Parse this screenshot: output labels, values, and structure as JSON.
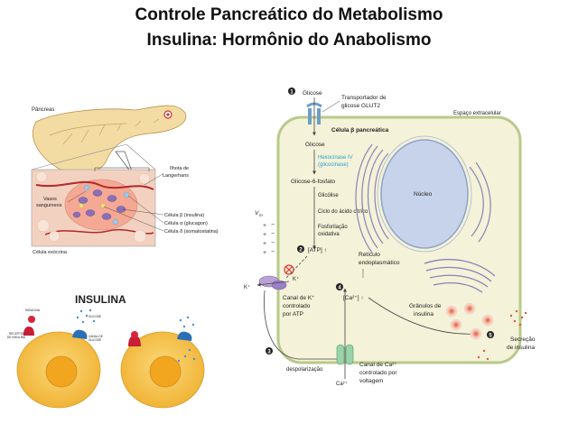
{
  "header": {
    "title_line1": "Controle Pancreático do Metabolismo",
    "title_line2": "Insulina: Hormônio do Anabolismo"
  },
  "pancreas_panel": {
    "pancreas": "Pâncreas",
    "islet": "Ilhota de",
    "islet2": "Langerhans",
    "vessels": "Vasos",
    "vessels2": "sanguíneos",
    "beta": "Célula β (insulina)",
    "alpha": "Célula α (glucagon)",
    "delta": "Célula δ (somatostatina)",
    "exocrine": "Célula exócrina"
  },
  "insulin_panel": {
    "title": "INSULINA",
    "insulin": "INSULINA",
    "receptor": "RECEPTOR",
    "receptor2": "DE INSULINA",
    "glucose": "GLICOSE",
    "channel": "CANAL DE",
    "channel2": "GLICOSE"
  },
  "beta_cell": {
    "step1": "1",
    "glucose_top": "Glicose",
    "transporter": "Transportador de",
    "transporter2": "glicose GLUT2",
    "extracellular": "Espaço extracelular",
    "cell_title": "Célula β pancreática",
    "glucose": "Glicose",
    "hexokinase": "Hexocinase IV",
    "hexokinase2": "(glicocinase)",
    "g6p": "Glicose-6-fosfato",
    "glycolysis": "Glicólise",
    "krebs": "Ciclo do ácido cítrico",
    "ox1": "Fosforilação",
    "ox2": "oxidativa",
    "step2": "2",
    "atp": "[ATP] ↑",
    "vm": "V",
    "vm_sub": "m",
    "k_in": "K⁺",
    "k_out": "K⁺",
    "k_channel1": "Canal de K⁺",
    "k_channel2": "controlado",
    "k_channel3": "por ATP",
    "step3": "3",
    "depol": "despolarização",
    "step4": "4",
    "ca_inc": "[Ca²⁺] ↑",
    "ca_channel1": "Canal de Ca²⁺",
    "ca_channel2": "controlado por",
    "ca_channel3": "voltagem",
    "ca_in": "Ca²⁺",
    "nucleus": "Núcleo",
    "er1": "Retículo",
    "er2": "endoplasmático",
    "granules1": "Grânulos de",
    "granules2": "insulina",
    "step5": "5",
    "secretion1": "Secreção",
    "secretion2": "de insulina"
  },
  "colors": {
    "cell_fill": "#f4f2d8",
    "cell_border": "#b9c98a",
    "nucleus": "#c7d3ea",
    "pancreas": "#f2dca4",
    "target_cell": "#f6c046",
    "hexokinase_text": "#2a9fd6"
  }
}
